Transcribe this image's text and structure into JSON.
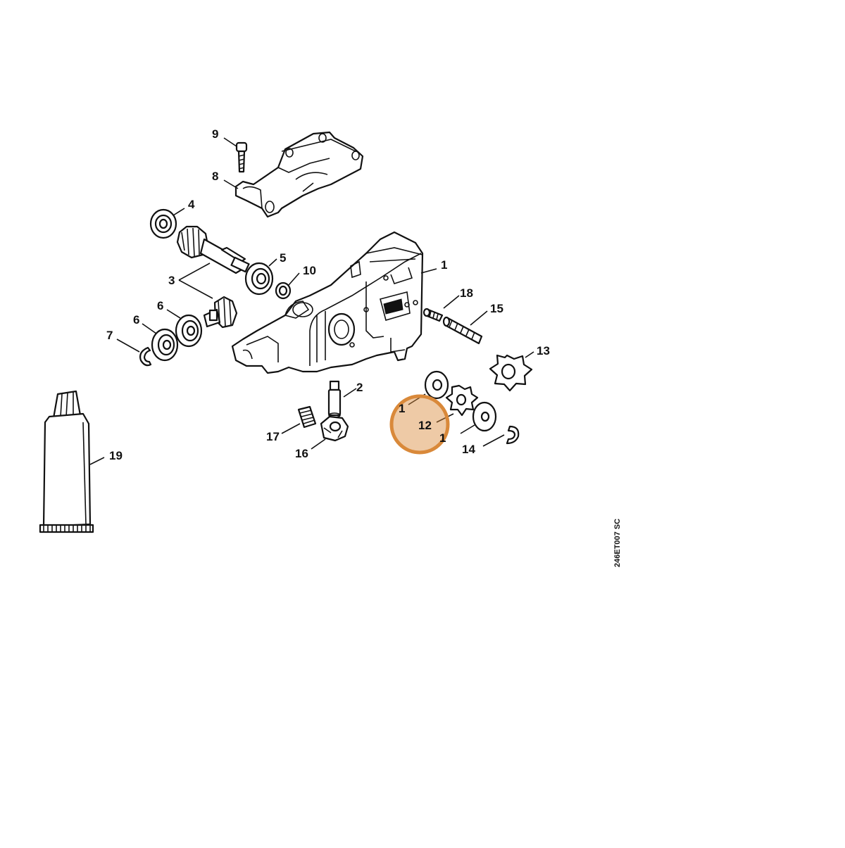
{
  "diagram_code": "246ET007 SC",
  "callouts": [
    {
      "id": "c1",
      "label": "1"
    },
    {
      "id": "c1b",
      "label": "1"
    },
    {
      "id": "c1c",
      "label": "1"
    },
    {
      "id": "c2",
      "label": "2"
    },
    {
      "id": "c3",
      "label": "3"
    },
    {
      "id": "c4",
      "label": "4"
    },
    {
      "id": "c5",
      "label": "5"
    },
    {
      "id": "c6a",
      "label": "6"
    },
    {
      "id": "c6b",
      "label": "6"
    },
    {
      "id": "c7",
      "label": "7"
    },
    {
      "id": "c8",
      "label": "8"
    },
    {
      "id": "c9",
      "label": "9"
    },
    {
      "id": "c10",
      "label": "10"
    },
    {
      "id": "c12",
      "label": "12"
    },
    {
      "id": "c13",
      "label": "13"
    },
    {
      "id": "c14",
      "label": "14"
    },
    {
      "id": "c15",
      "label": "15"
    },
    {
      "id": "c16",
      "label": "16"
    },
    {
      "id": "c17",
      "label": "17"
    },
    {
      "id": "c18",
      "label": "18"
    },
    {
      "id": "c19",
      "label": "19"
    }
  ],
  "highlight": {
    "label": "12",
    "color": "#d9893a"
  }
}
